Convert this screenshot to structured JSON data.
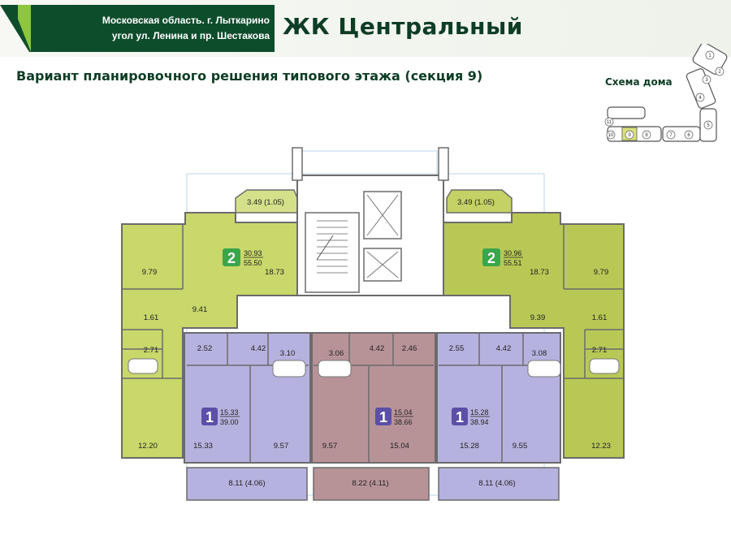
{
  "header": {
    "address_line1": "Московская область. г. Лыткарино",
    "address_line2": "угол ул. Ленина и пр. Шестакова",
    "title": "ЖК Центральный",
    "subtitle": "Вариант планировочного решения типового этажа (секция 9)"
  },
  "scheme": {
    "label": "Схема дома",
    "sections": [
      "1",
      "2",
      "3",
      "4",
      "5",
      "6",
      "7",
      "8",
      "9",
      "10",
      "11"
    ],
    "highlighted_section": "9"
  },
  "colors": {
    "two_room_green": "#c9d76b",
    "two_room_green_dark": "#b9c855",
    "one_room_violet": "#b6b2df",
    "one_room_mauve": "#b79398",
    "wall": "#6b6b6b",
    "brand_dark_green": "#0e4d2c",
    "brand_light_green": "#8dc63f"
  },
  "apartments": [
    {
      "rooms": "2",
      "living": "30.93",
      "total": "55.50"
    },
    {
      "rooms": "2",
      "living": "30.96",
      "total": "55.51"
    },
    {
      "rooms": "1",
      "living": "15.33",
      "total": "39.00"
    },
    {
      "rooms": "1",
      "living": "15.04",
      "total": "38.66"
    },
    {
      "rooms": "1",
      "living": "15.28",
      "total": "38.94"
    }
  ],
  "areas": {
    "balcony_top_left": "3.49 (1.05)",
    "balcony_top_right": "3.49 (1.05)",
    "l_kitchen": "9.79",
    "l_room": "18.73",
    "l_hall": "9.41",
    "l_bath": "1.61",
    "l_wc": "2.71",
    "l_room2": "12.20",
    "r_kitchen": "9.79",
    "r_room": "18.73",
    "r_hall": "9.39",
    "r_bath": "1.61",
    "r_wc": "2.71",
    "r_room2": "12.23",
    "a1_hall": "2.52",
    "a1_corr": "4.42",
    "a1_bath": "3.10",
    "a1_room": "15.33",
    "a1_kitchen": "9.57",
    "a2_bath": "3.06",
    "a2_corr": "4.42",
    "a2_hall": "2.46",
    "a2_kitchen": "9.57",
    "a2_room": "15.04",
    "a3_hall": "2.55",
    "a3_corr": "4.42",
    "a3_bath": "3.08",
    "a3_room": "15.28",
    "a3_kitchen": "9.55",
    "loggia_left": "8.11 (4.06)",
    "loggia_mid": "8.22 (4.11)",
    "loggia_right": "8.11 (4.06)"
  }
}
